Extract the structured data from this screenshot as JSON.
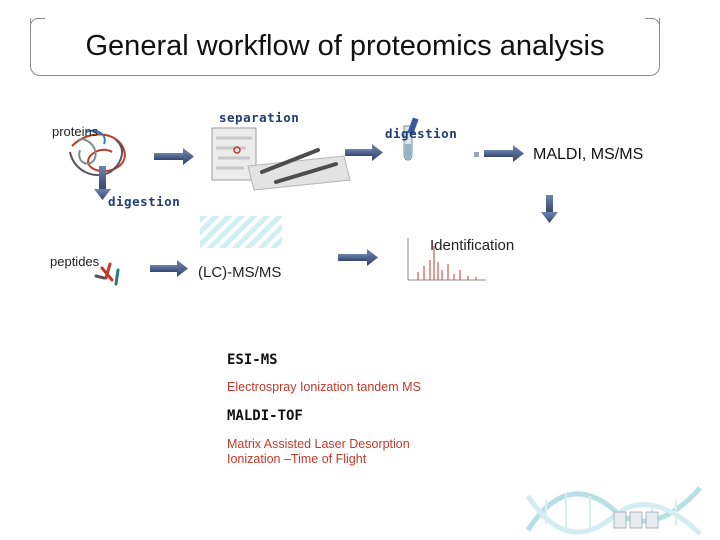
{
  "title": "General workflow of proteomics analysis",
  "labels": {
    "proteins": "proteins",
    "separation": "separation",
    "digestion_top": "digestion",
    "maldi_msms": "MALDI, MS/MS",
    "digestion_left": "digestion",
    "peptides": "peptides",
    "identification": "Identification",
    "lc_msms": "(LC)-MS/MS"
  },
  "methods": [
    {
      "name": "ESI-MS",
      "description": "Electrospray Ionization tandem MS"
    },
    {
      "name": "MALDI-TOF",
      "description_lines": [
        "Matrix Assisted Laser Desorption",
        "Ionization –Time of Flight"
      ]
    }
  ],
  "colors": {
    "arrow": "#4a5f8a",
    "label_blue": "#1f3d73",
    "description_red": "#c0392b"
  },
  "icons": [
    "protein-structure-icon",
    "gel-image-icon",
    "column-icon",
    "test-tube-icon",
    "peptides-icon",
    "spectrum-icon",
    "dna-helix-logo"
  ]
}
